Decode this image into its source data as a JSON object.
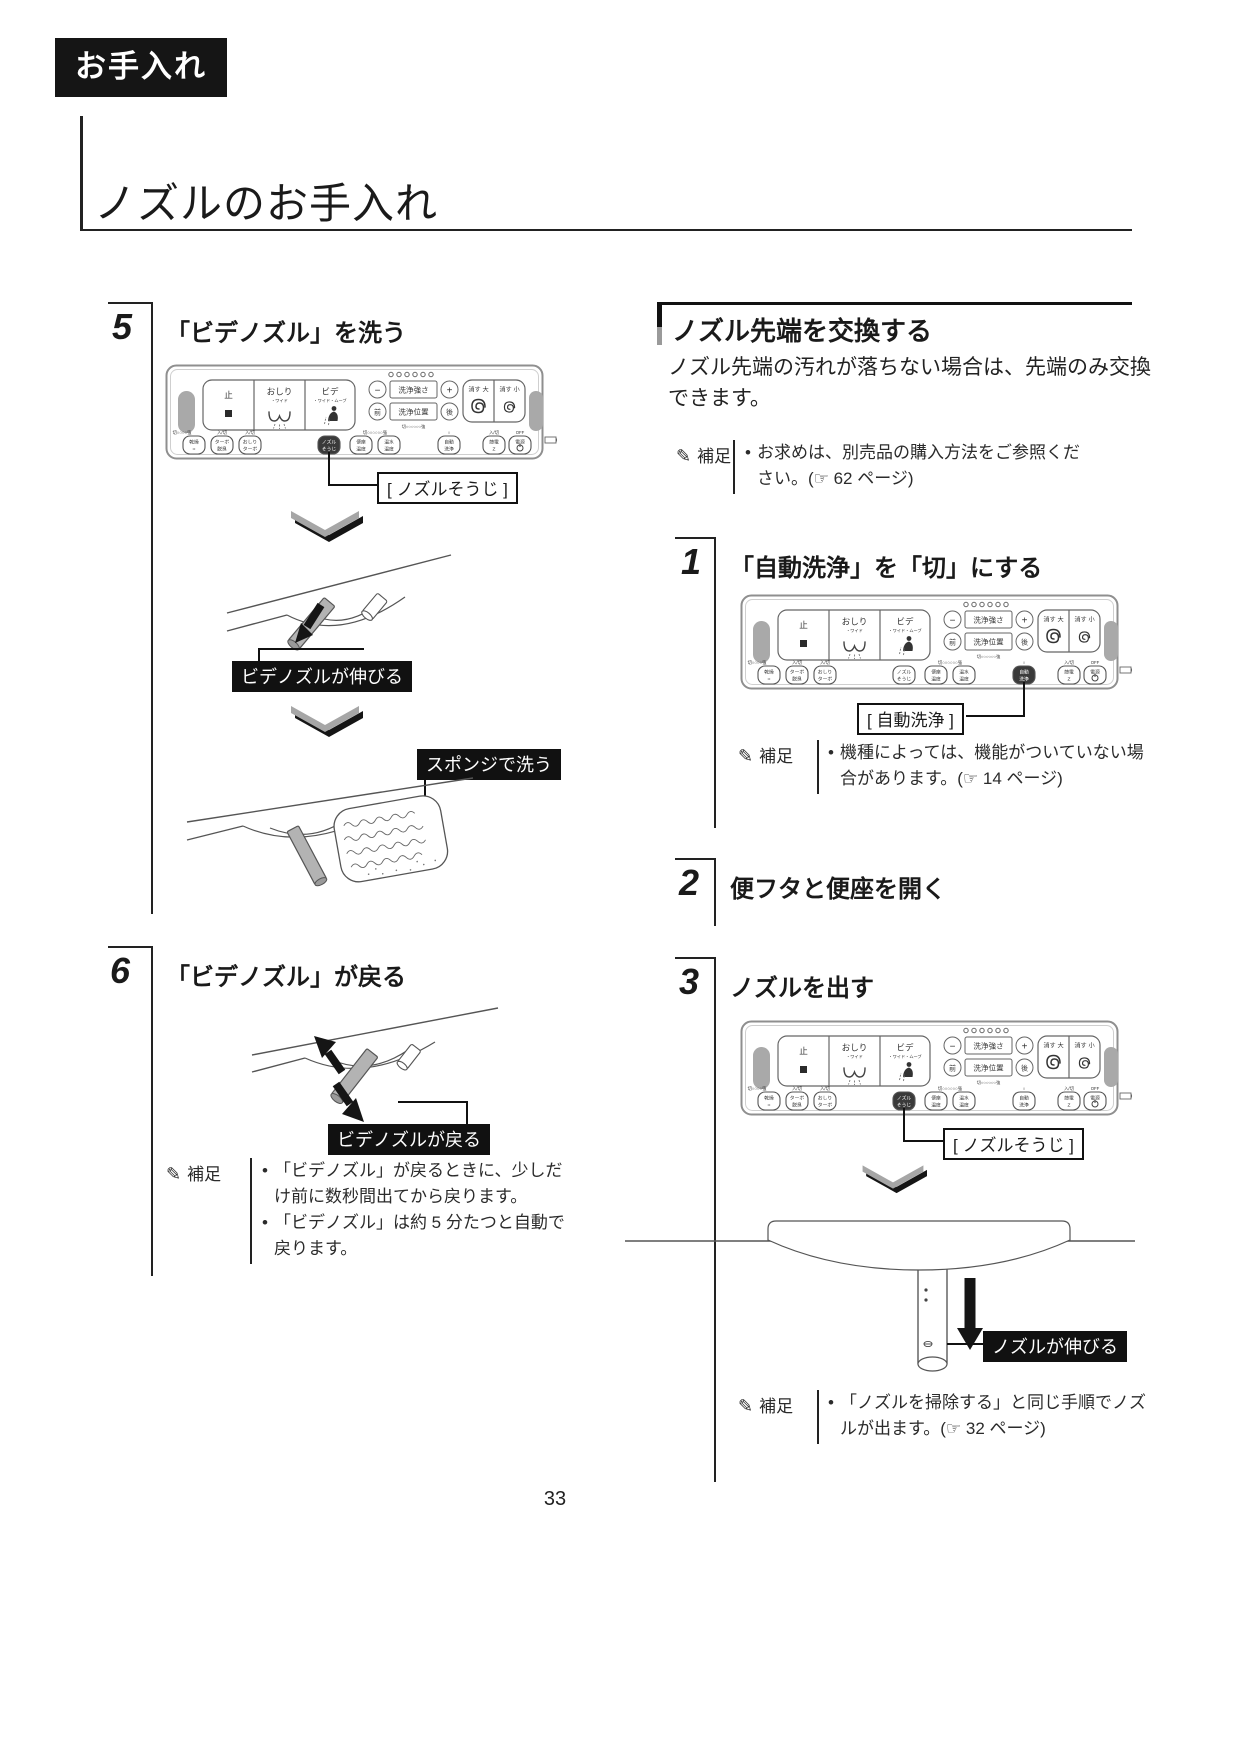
{
  "page": {
    "tab": "お手入れ",
    "title": "ノズルのお手入れ",
    "number": "33"
  },
  "ui": {
    "bullet": "•",
    "note_icon": "✎",
    "note_label": "補足"
  },
  "remote": {
    "stop": "止",
    "oshiri": "おしり",
    "oshiri_sub": "・ワイド",
    "bidet": "ビデ",
    "bidet_sub": "・ワイド・ムーブ",
    "minus": "−",
    "wash_strength": "洗浄強さ",
    "plus": "+",
    "front": "前",
    "wash_position": "洗浄位置",
    "back": "後",
    "mid_scale": "切○○○○○○強",
    "flush_big": "消す 大",
    "flush_small": "消す 小",
    "indicators": [
      "切○○○○強",
      "入/切",
      "入/切",
      "切○○○○○○強",
      "○",
      "入/切",
      "OFF"
    ],
    "buttons": [
      {
        "l1": "乾燥",
        "l2": "≈"
      },
      {
        "l1": "ターボ",
        "l2": "脱臭"
      },
      {
        "l1": "おしり",
        "l2": "ターボ"
      },
      {
        "l1": "ノズル",
        "l2": "そうじ"
      },
      {
        "l1": "便座",
        "l2": "温度"
      },
      {
        "l1": "温水",
        "l2": "温度"
      },
      {
        "l1": "自動",
        "l2": "洗浄"
      },
      {
        "l1": "節電",
        "l2": "Z"
      },
      {
        "l1": "電源",
        "l2": ""
      }
    ]
  },
  "left": {
    "step5": {
      "number": "5",
      "title": "「ビデノズル」を洗う",
      "callout": "[ ノズルそうじ ]",
      "label_extend": "ビデノズルが伸びる",
      "label_sponge": "スポンジで洗う"
    },
    "step6": {
      "number": "6",
      "title": "「ビデノズル」が戻る",
      "label_return": "ビデノズルが戻る",
      "notes": [
        "「ビデノズル」が戻るときに、少しだけ前に数秒間出てから戻ります。",
        "「ビデノズル」は約 5 分たつと自動で戻ります。"
      ]
    }
  },
  "right": {
    "section_title": "ノズル先端を交換する",
    "intro": "ノズル先端の汚れが落ちない場合は、先端のみ交換できます。",
    "note_buy": "お求めは、別売品の購入方法をご参照ください。(☞ 62 ページ)",
    "step1": {
      "number": "1",
      "title": "「自動洗浄」を「切」にする",
      "callout": "[ 自動洗浄 ]",
      "note": "機種によっては、機能がついていない場合があります。(☞ 14 ページ)"
    },
    "step2": {
      "number": "2",
      "title": "便フタと便座を開く"
    },
    "step3": {
      "number": "3",
      "title": "ノズルを出す",
      "callout": "[ ノズルそうじ ]",
      "label_extend": "ノズルが伸びる",
      "note": "「ノズルを掃除する」と同じ手順でノズルが出ます。(☞ 32 ページ)"
    }
  }
}
